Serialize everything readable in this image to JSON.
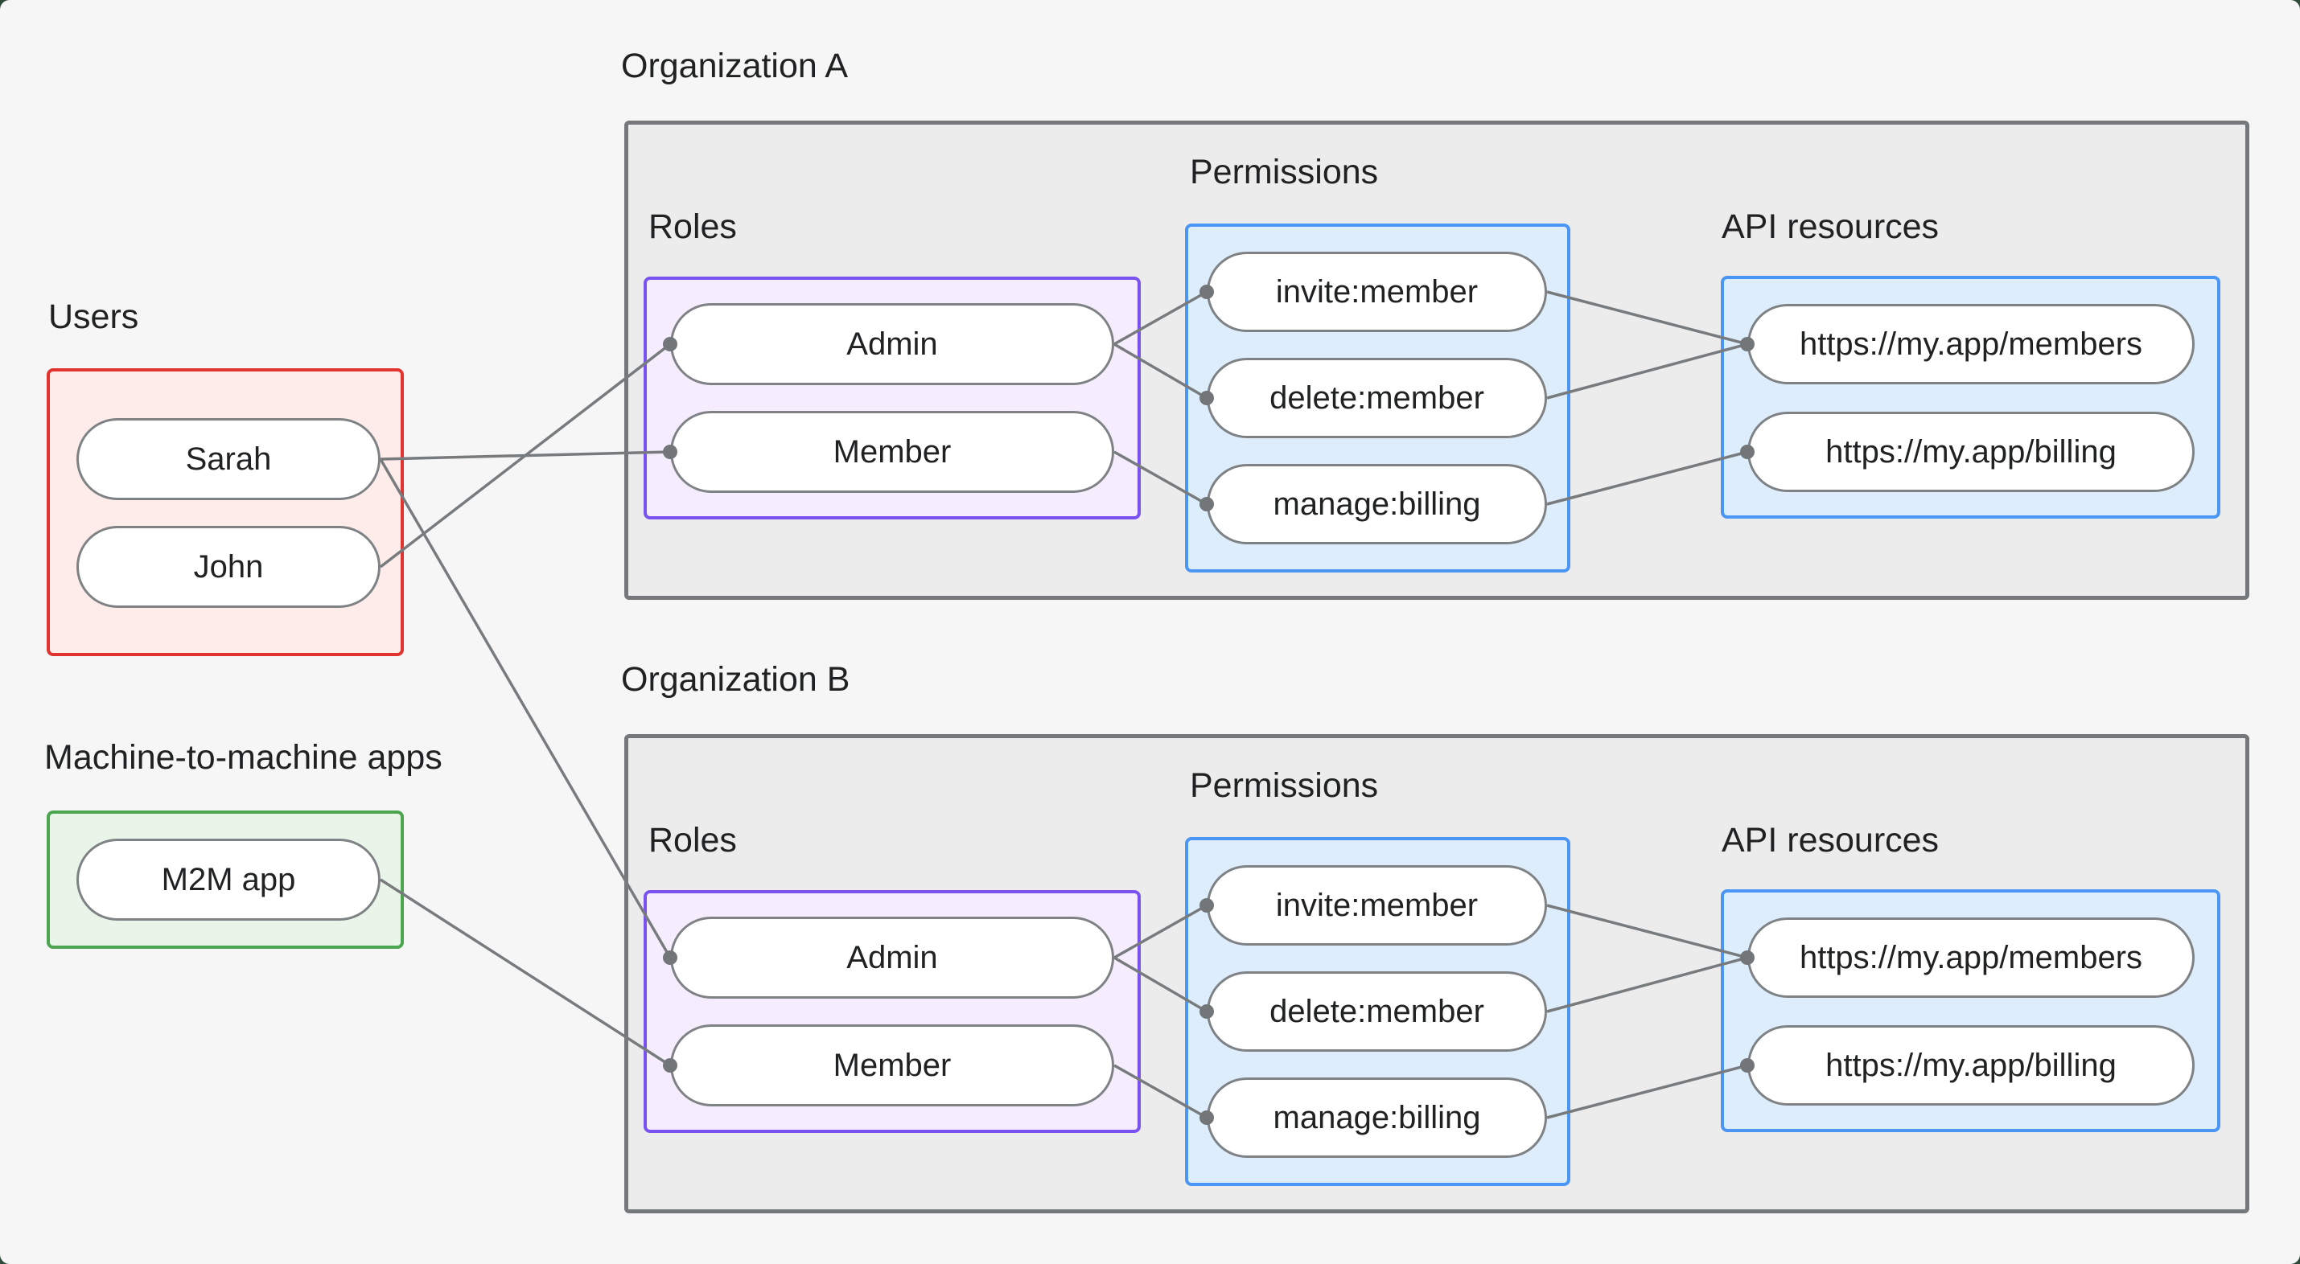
{
  "palette": {
    "page_background": "#f5f6f5",
    "users_border": "#e1342e",
    "users_fill": "#fdecea",
    "m2m_border": "#4ba64f",
    "m2m_fill": "#eaf5ea",
    "roles_border": "#7a52f0",
    "roles_fill": "#f5edfd",
    "blue_border": "#4b95f4",
    "blue_fill": "#deedfc",
    "org_border": "#75787b",
    "org_fill": "#ececec",
    "wire_color": "#787b7e"
  },
  "users_group": {
    "label": "Users",
    "items": [
      "Sarah",
      "John"
    ]
  },
  "m2m_group": {
    "label": "Machine-to-machine apps",
    "items": [
      "M2M app"
    ]
  },
  "org_a": {
    "title": "Organization A",
    "roles_label": "Roles",
    "permissions_label": "Permissions",
    "api_label": "API resources",
    "roles": [
      "Admin",
      "Member"
    ],
    "permissions": [
      "invite:member",
      "delete:member",
      "manage:billing"
    ],
    "api_resources": [
      "https://my.app/members",
      "https://my.app/billing"
    ]
  },
  "org_b": {
    "title": "Organization B",
    "roles_label": "Roles",
    "permissions_label": "Permissions",
    "api_label": "API resources",
    "roles": [
      "Admin",
      "Member"
    ],
    "permissions": [
      "invite:member",
      "delete:member",
      "manage:billing"
    ],
    "api_resources": [
      "https://my.app/members",
      "https://my.app/billing"
    ]
  },
  "edges": [
    {
      "from": "Sarah",
      "to": "Organization A / Member"
    },
    {
      "from": "Sarah",
      "to": "Organization B / Admin"
    },
    {
      "from": "John",
      "to": "Organization A / Admin"
    },
    {
      "from": "M2M app",
      "to": "Organization B / Member"
    },
    {
      "from": "Organization A / Admin",
      "to": "Organization A / invite:member"
    },
    {
      "from": "Organization A / Admin",
      "to": "Organization A / delete:member"
    },
    {
      "from": "Organization A / Member",
      "to": "Organization A / manage:billing"
    },
    {
      "from": "Organization A / invite:member",
      "to": "Organization A / https://my.app/members"
    },
    {
      "from": "Organization A / delete:member",
      "to": "Organization A / https://my.app/members"
    },
    {
      "from": "Organization A / manage:billing",
      "to": "Organization A / https://my.app/billing"
    },
    {
      "from": "Organization B / Admin",
      "to": "Organization B / invite:member"
    },
    {
      "from": "Organization B / Admin",
      "to": "Organization B / delete:member"
    },
    {
      "from": "Organization B / Member",
      "to": "Organization B / manage:billing"
    },
    {
      "from": "Organization B / invite:member",
      "to": "Organization B / https://my.app/members"
    },
    {
      "from": "Organization B / delete:member",
      "to": "Organization B / https://my.app/members"
    },
    {
      "from": "Organization B / manage:billing",
      "to": "Organization B / https://my.app/billing"
    }
  ]
}
